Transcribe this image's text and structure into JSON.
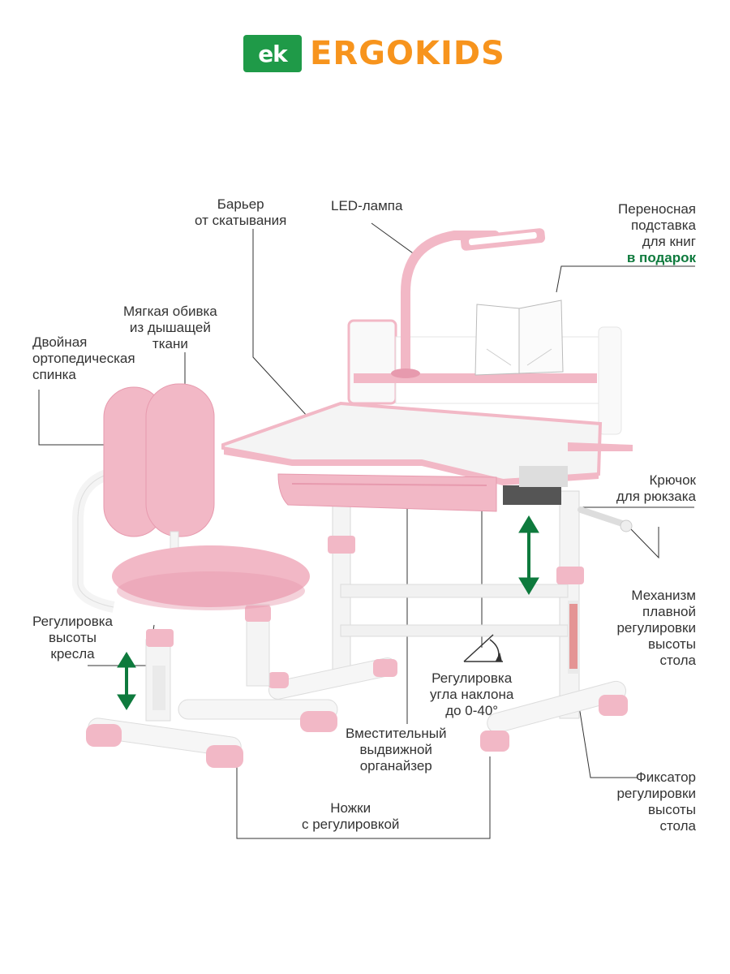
{
  "brand": {
    "badge": "ek",
    "name": "ERGOKIDS"
  },
  "colors": {
    "pink": "#f2b8c6",
    "pink_dark": "#e79aae",
    "green": "#0e7a3d",
    "orange": "#f7941d",
    "logo_green": "#1f9a48"
  },
  "labels": {
    "barrier": [
      "Барьер",
      "от скатывания"
    ],
    "lamp": [
      "LED-лампа"
    ],
    "book_stand": [
      "Переносная",
      "подставка",
      "для книг"
    ],
    "book_stand_gift": "в подарок",
    "soft_upholstery": [
      "Мягкая обивка",
      "из дышащей",
      "ткани"
    ],
    "double_back": [
      "Двойная",
      "ортопедическая",
      "спинка"
    ],
    "hook": [
      "Крючок",
      "для рюкзака"
    ],
    "smooth_mechanism": [
      "Механизм",
      "плавной",
      "регулировки",
      "высоты",
      "стола"
    ],
    "chair_height": [
      "Регулировка",
      "высоты",
      "кресла"
    ],
    "tilt": [
      "Регулировка",
      "угла наклона",
      "до 0-40°"
    ],
    "organizer": [
      "Вместительный",
      "выдвижной",
      "органайзер"
    ],
    "height_lock": [
      "Фиксатор",
      "регулировки",
      "высоты",
      "стола"
    ],
    "legs": [
      "Ножки",
      "с регулировкой"
    ]
  },
  "icons": [
    "height-adjust-arrow-icon",
    "tilt-angle-icon"
  ]
}
